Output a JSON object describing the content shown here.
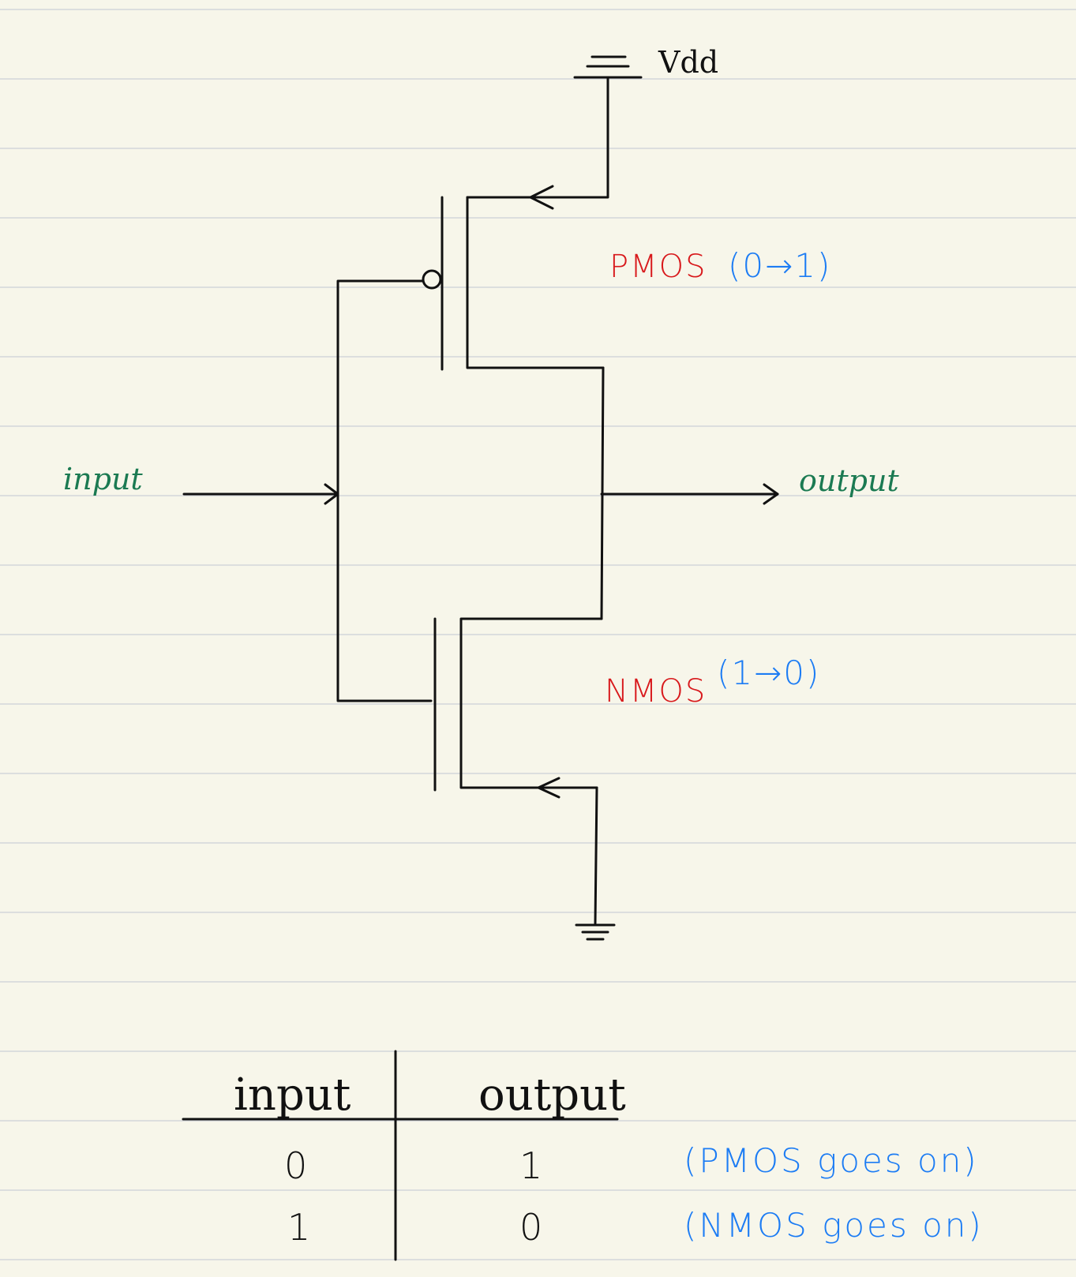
{
  "colors": {
    "paper": "#f7f6ea",
    "ruled_line": "#d3d5d9",
    "ink": "#111111",
    "green": "#1b7a52",
    "red": "#d8191c",
    "blue": "#1c7cf4"
  },
  "circuit": {
    "vdd_label": "Vdd",
    "input_label": "input",
    "output_label": "output",
    "pmos_label": "PMOS",
    "pmos_note": "(0→1)",
    "nmos_label": "NMOS",
    "nmos_note": "(1→0)"
  },
  "truth_table": {
    "headers": [
      "input",
      "output"
    ],
    "rows": [
      {
        "input": "0",
        "output": "1",
        "note": "(PMOS goes on)"
      },
      {
        "input": "1",
        "output": "0",
        "note": "(NMOS goes on)"
      }
    ]
  }
}
